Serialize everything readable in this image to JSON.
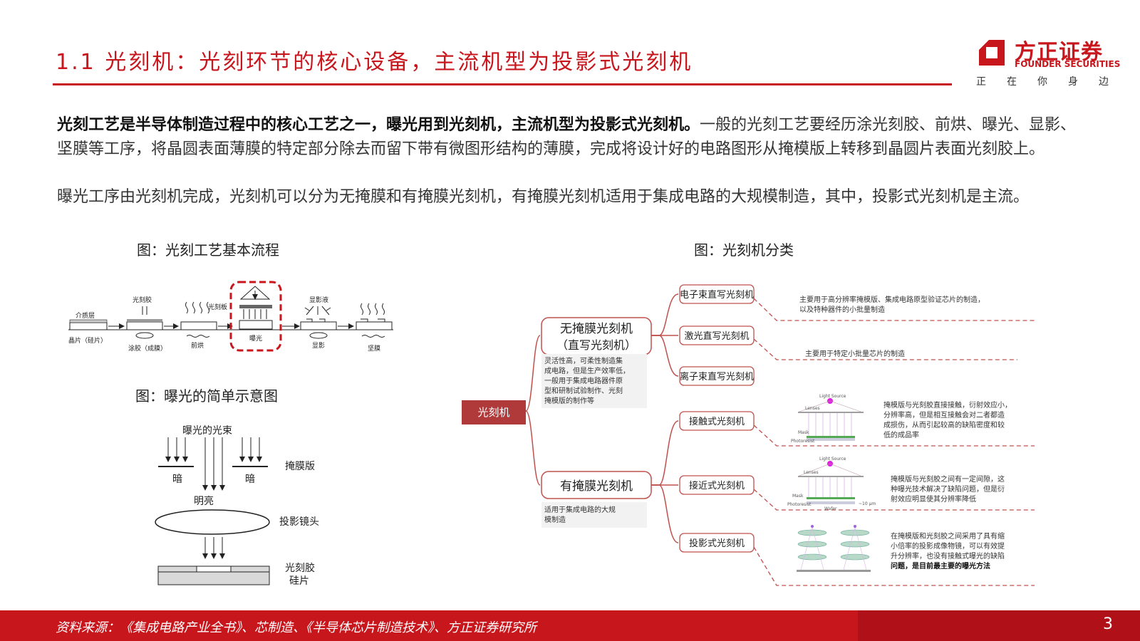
{
  "header": {
    "title": "1.1 光刻机：光刻环节的核心设备，主流机型为投影式光刻机",
    "logo_cn": "方正证券",
    "logo_en": "FOUNDER SECURITIES",
    "slogan": [
      "正",
      "在",
      "你",
      "身",
      "边"
    ]
  },
  "body": {
    "para1_bold": "光刻工艺是半导体制造过程中的核心工艺之一，曝光用到光刻机，主流机型为投影式光刻机。",
    "para1_rest": "一般的光刻工艺要经历涂光刻胶、前烘、曝光、显影、坚膜等工序，将晶圆表面薄膜的特定部分除去而留下带有微图形结构的薄膜，完成将设计好的电路图形从掩模版上转移到晶圆片表面光刻胶上。",
    "para2": "曝光工序由光刻机完成，光刻机可以分为无掩膜和有掩膜光刻机，有掩膜光刻机适用于集成电路的大规模制造，其中，投影式光刻机是主流。"
  },
  "figures": {
    "process_caption": "图：光刻工艺基本流程",
    "process_labels": {
      "dielectric": "介质层",
      "wafer": "晶片（硅片）",
      "photoresist": "光刻胶",
      "coating": "涂胶（成膜）",
      "prebake": "前烘",
      "mask": "光刻板",
      "exposure": "曝光",
      "developer": "显影液",
      "develop": "显影",
      "hardbake": "坚膜"
    },
    "exposure_caption": "图：曝光的简单示意图",
    "exposure_labels": {
      "beam": "曝光的光束",
      "dark_left": "暗",
      "dark_right": "暗",
      "mask": "掩膜版",
      "bright": "明亮",
      "lens": "投影镜头",
      "photoresist": "光刻胶",
      "wafer": "硅片"
    },
    "classify_caption": "图：光刻机分类",
    "classify": {
      "root": "光刻机",
      "maskless": "无掩膜光刻机",
      "maskless_sub": "（直写光刻机）",
      "maskless_note": [
        "灵活性高，可柔性制造集",
        "成电路，但是生产效率低，",
        "一般用于集成电路器件原",
        "型和研制试验制作、光刻",
        "掩模版的制作等"
      ],
      "masked": "有掩膜光刻机",
      "masked_note": [
        "适用于集成电路的大规",
        "模制造"
      ],
      "ebeam": "电子束直写光刻机",
      "ebeam_note": [
        "主要用于高分辨率掩模版、集成电路原型验证芯片的制造，",
        "以及特种器件的小批量制造"
      ],
      "laser": "激光直写光刻机",
      "laser_note": [
        "主要用于特定小批量芯片的制造"
      ],
      "ion": "离子束直写光刻机",
      "contact": "接触式光刻机",
      "contact_note": [
        "掩模版与光刻胶直接接触，衍射效应小，",
        "分辨率高，但是相互接触会对二者都造",
        "成损伤，从而引起较高的缺陷密度和较",
        "低的成品率"
      ],
      "proximity": "接近式光刻机",
      "proximity_note": [
        "掩模版与光刻胶之间有一定间隙，这",
        "种曝光技术解决了缺陷问题，但是衍",
        "射效应明显使其分辨率降低"
      ],
      "projection": "投影式光刻机",
      "projection_note": [
        "在掩模版和光刻胶之间采用了具有缩",
        "小倍率的投影成像物镜，可以有效提",
        "升分辨率，也没有接触式曝光的缺陷",
        "问题，是目前最主要的曝光方法"
      ],
      "thumb_labels": {
        "light_source": "Light Source",
        "lenses": "Lenses",
        "mask": "Mask",
        "photoresist": "Photoresist",
        "wafer": "Wafer",
        "gap": "~10 μm"
      }
    }
  },
  "footer": {
    "source": "资料来源：《集成电路产业全书》、芯制造、《半导体芯片制造技术》、方正证券研究所",
    "page": "3"
  },
  "colors": {
    "brand_red": "#c8161d",
    "box_red": "#b03a3a",
    "tree_line": "#c0504d"
  }
}
